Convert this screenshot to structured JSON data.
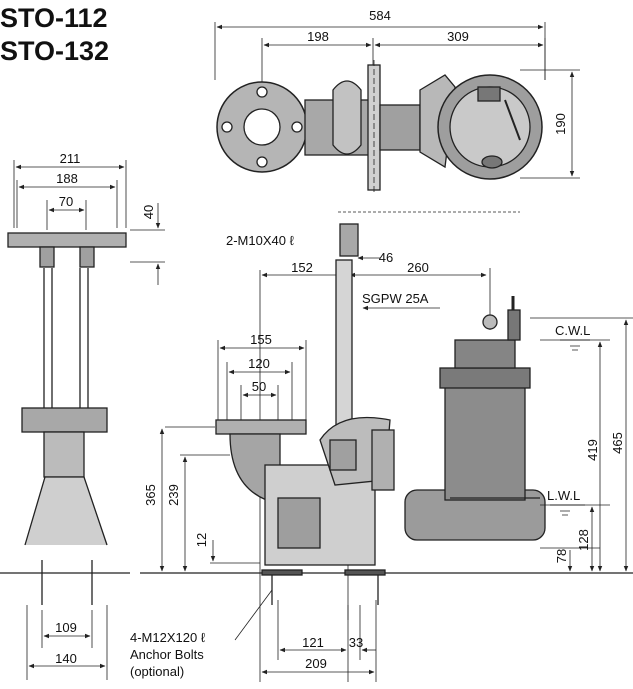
{
  "models": [
    "STO-112",
    "STO-132"
  ],
  "dims": {
    "d584": "584",
    "d198": "198",
    "d309": "309",
    "d190": "190",
    "d211": "211",
    "d188": "188",
    "d70": "70",
    "d40": "40",
    "d46": "46",
    "d152": "152",
    "d260": "260",
    "d155": "155",
    "d120": "120",
    "d50": "50",
    "d365": "365",
    "d239": "239",
    "d12": "12",
    "d419": "419",
    "d465": "465",
    "d128": "128",
    "d78": "78",
    "d109": "109",
    "d140": "140",
    "d121": "121",
    "d33": "33",
    "d209": "209"
  },
  "labels": {
    "bolt_top": "2-M10X40 ℓ",
    "pipe": "SGPW  25A",
    "cwl": "C.W.L",
    "lwl": "L.W.L",
    "anchor_1": "4-M12X120 ℓ",
    "anchor_2": "Anchor Bolts",
    "anchor_3": "(optional)"
  },
  "colors": {
    "line": "#222222",
    "body": "#9a9a9a",
    "dark": "#555555"
  }
}
